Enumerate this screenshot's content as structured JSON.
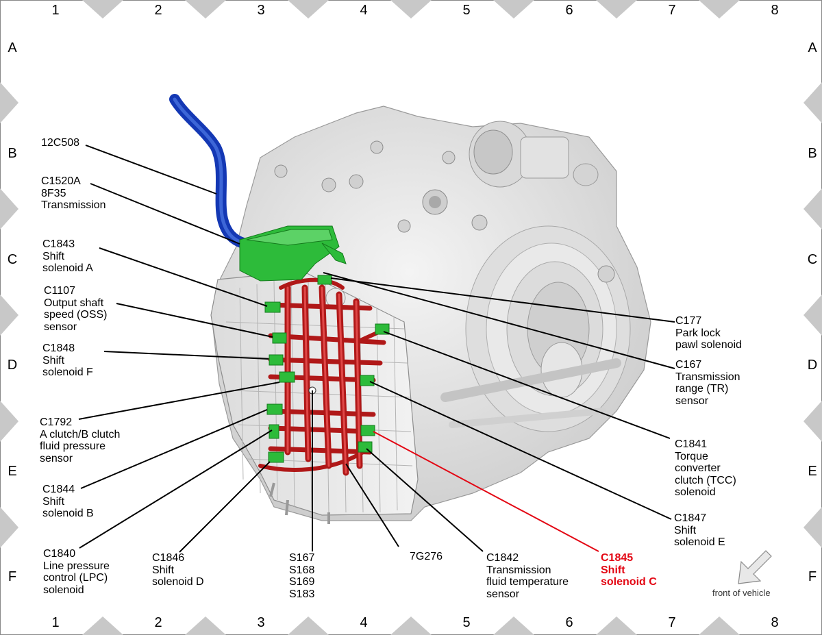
{
  "grid": {
    "columns": [
      "1",
      "2",
      "3",
      "4",
      "5",
      "6",
      "7",
      "8"
    ],
    "rows": [
      "A",
      "B",
      "C",
      "D",
      "E",
      "F"
    ]
  },
  "labels": {
    "c12c508": [
      "12C508"
    ],
    "c1520a": [
      "C1520A",
      "8F35",
      "Transmission"
    ],
    "c1843": [
      "C1843",
      "Shift",
      "solenoid A"
    ],
    "c1107": [
      "C1107",
      "Output shaft",
      "speed (OSS)",
      "sensor"
    ],
    "c1848": [
      "C1848",
      "Shift",
      "solenoid F"
    ],
    "c1792": [
      "C1792",
      "A clutch/B clutch",
      "fluid pressure",
      "sensor"
    ],
    "c1844": [
      "C1844",
      "Shift",
      "solenoid B"
    ],
    "c1840": [
      "C1840",
      "Line pressure",
      "control (LPC)",
      "solenoid"
    ],
    "c1846": [
      "C1846",
      "Shift",
      "solenoid D"
    ],
    "s167": [
      "S167",
      "S168",
      "S169",
      "S183"
    ],
    "g7276": [
      "7G276"
    ],
    "c1842": [
      "C1842",
      "Transmission",
      "fluid temperature",
      "sensor"
    ],
    "c1845": [
      "C1845",
      "Shift",
      "solenoid C"
    ],
    "c177": [
      "C177",
      "Park lock",
      "pawl solenoid"
    ],
    "c167": [
      "C167",
      "Transmission",
      "range (TR)",
      "sensor"
    ],
    "c1841": [
      "C1841",
      "Torque",
      "converter",
      "clutch (TCC)",
      "solenoid"
    ],
    "c1847": [
      "C1847",
      "Shift",
      "solenoid E"
    ]
  },
  "front_of_vehicle": "front of vehicle",
  "colors": {
    "highlight": "#e30613",
    "connector": "#2dbb3a",
    "harness": "#b01818",
    "cable": "#1438b4",
    "housing": "#e6e6e6"
  }
}
